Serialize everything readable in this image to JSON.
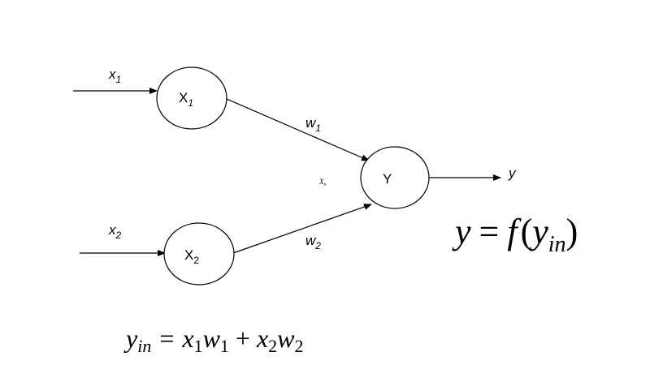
{
  "inputs": {
    "x1": {
      "base": "x",
      "sub": "1"
    },
    "x2": {
      "base": "x",
      "sub": "2"
    }
  },
  "nodes": {
    "X1": {
      "base": "X",
      "sub": "1"
    },
    "X2": {
      "base": "X",
      "sub": "2"
    },
    "Y": {
      "label": "Y"
    }
  },
  "weights": {
    "w1": {
      "base": "w",
      "sub": "1"
    },
    "w2": {
      "base": "w",
      "sub": "2"
    }
  },
  "stray_label": {
    "base": "X",
    "sub": "n"
  },
  "output": {
    "label": "y"
  },
  "equations": {
    "activation": {
      "lhs": "y",
      "equals": "=",
      "func": "f",
      "open": "(",
      "arg": "y",
      "arg_sub": "in",
      "close": ")"
    },
    "net_input": {
      "lhs": "y",
      "lhs_sub": "in",
      "equals": "=",
      "t1_a": "x",
      "t1_a_sub": "1",
      "t1_b": "w",
      "t1_b_sub": "1",
      "plus": "+",
      "t2_a": "x",
      "t2_a_sub": "2",
      "t2_b": "w",
      "t2_b_sub": "2"
    }
  },
  "colors": {
    "stroke": "#000000",
    "text": "#000000",
    "background": "#ffffff"
  }
}
